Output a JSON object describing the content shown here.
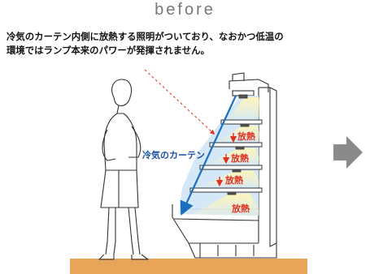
{
  "title": "before",
  "description": {
    "line1": "冷気のカーテン内側に放熱する照明がついており、なおかつ低温の",
    "line2": "環境ではランプ本来のパワーが発揮されません。"
  },
  "curtain_label": "冷気のカーテン",
  "heat_label": "放熱",
  "colors": {
    "floor": "#e8a55a",
    "curtain": "#cfe6f7",
    "light": "#fff2a8",
    "heat": "#e0301e",
    "arrow_blue": "#1a6fc0",
    "next_arrow": "#8a8a8a"
  }
}
